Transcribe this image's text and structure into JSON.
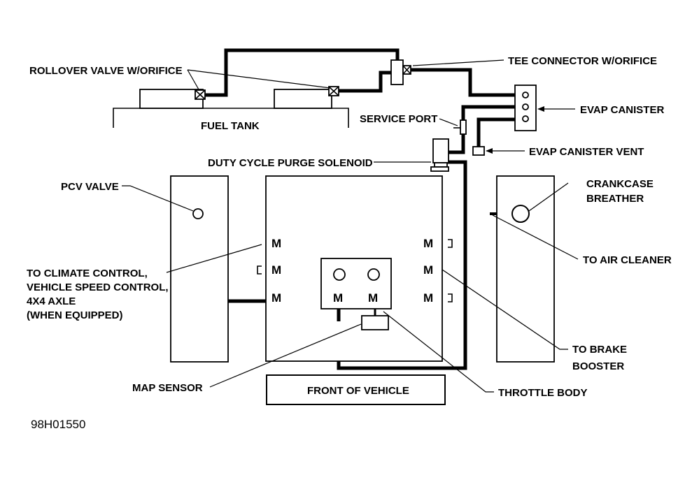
{
  "labels": {
    "rollover_valve": "ROLLOVER VALVE W/ORIFICE",
    "fuel_tank": "FUEL TANK",
    "tee_connector": "TEE CONNECTOR W/ORIFICE",
    "evap_canister": "EVAP CANISTER",
    "service_port": "SERVICE PORT",
    "evap_canister_vent": "EVAP CANISTER VENT",
    "duty_cycle_purge_solenoid": "DUTY CYCLE PURGE SOLENOID",
    "pcv_valve": "PCV VALVE",
    "crankcase_breather_1": "CRANKCASE",
    "crankcase_breather_2": "BREATHER",
    "to_air_cleaner": "TO AIR CLEANER",
    "to_climate_1": "TO CLIMATE CONTROL,",
    "to_climate_2": "VEHICLE SPEED CONTROL,",
    "to_climate_3": "4X4 AXLE",
    "to_climate_4": "(WHEN EQUIPPED)",
    "to_brake_booster_1": "TO BRAKE",
    "to_brake_booster_2": "BOOSTER",
    "map_sensor": "MAP SENSOR",
    "front_of_vehicle": "FRONT OF VEHICLE",
    "throttle_body": "THROTTLE BODY",
    "figure_id": "98H01550"
  },
  "manifold_port": "M"
}
